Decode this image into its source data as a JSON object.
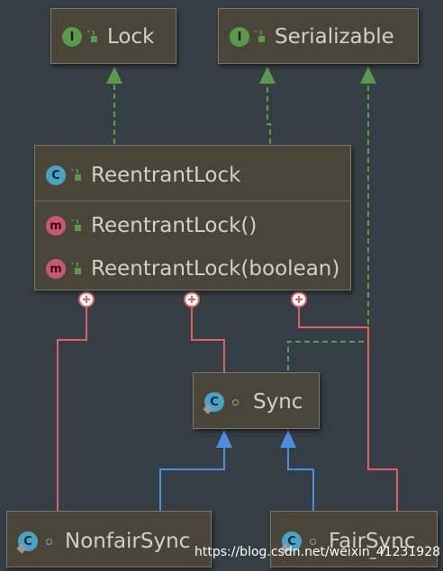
{
  "nodes": {
    "lock": {
      "badge": "I",
      "label": "Lock"
    },
    "serializable": {
      "badge": "I",
      "label": "Serializable"
    },
    "reentrantlock": {
      "badge": "C",
      "label": "ReentrantLock",
      "methods": [
        {
          "badge": "m",
          "label": "ReentrantLock()"
        },
        {
          "badge": "m",
          "label": "ReentrantLock(boolean)"
        }
      ]
    },
    "sync": {
      "badge": "C",
      "label": "Sync"
    },
    "nonfairsync": {
      "badge": "C",
      "label": "NonfairSync"
    },
    "fairsync": {
      "badge": "C",
      "label": "FairSync"
    }
  },
  "colors": {
    "background": "#343e44",
    "implements_edge": "#5a9a4a",
    "inner_class_edge": "#e06060",
    "extends_edge": "#4a8fe0"
  },
  "watermark": "https://blog.csdn.net/weixin_41231928"
}
